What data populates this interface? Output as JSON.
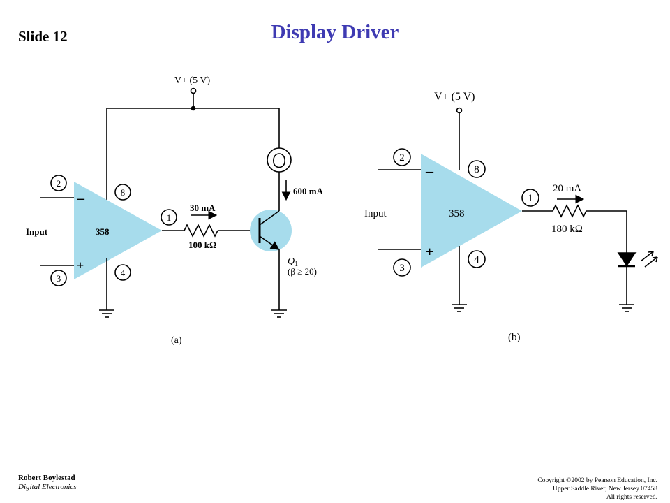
{
  "slide": {
    "number_label": "Slide 12",
    "title": "Display Driver"
  },
  "circuit_a": {
    "supply": "V+ (5 V)",
    "pin_inverting": "2",
    "pin_noninverting": "3",
    "pin_supply": "8",
    "pin_ground": "4",
    "pin_output": "1",
    "minus_sign": "–",
    "plus_sign": "+",
    "input_label": "Input",
    "ic_label": "358",
    "base_current": "30 mA",
    "resistor_value": "100 kΩ",
    "collector_current": "600 mA",
    "transistor_label": "Q",
    "transistor_subscript": "1",
    "beta_label": "(β ≥ 20)",
    "caption": "(a)"
  },
  "circuit_b": {
    "supply": "V+ (5 V)",
    "pin_inverting": "2",
    "pin_noninverting": "3",
    "pin_supply": "8",
    "pin_ground": "4",
    "pin_output": "1",
    "minus_sign": "–",
    "plus_sign": "+",
    "input_label": "Input",
    "ic_label": "358",
    "output_current": "20 mA",
    "resistor_value": "180 kΩ",
    "caption": "(b)"
  },
  "colors": {
    "title": "#3e3ab2",
    "opamp_fill": "#a7dcec",
    "transistor_fill": "#a7dcec"
  },
  "footer": {
    "author": "Robert Boylestad",
    "book": "Digital Electronics",
    "copyright": [
      "Copyright ©2002 by Pearson Education, Inc.",
      "Upper Saddle River, New Jersey 07458",
      "All rights reserved."
    ]
  }
}
